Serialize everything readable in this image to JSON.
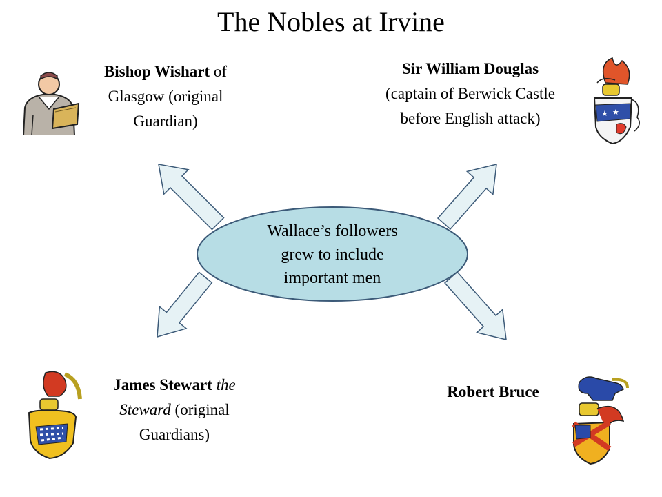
{
  "title": "The Nobles at Irvine",
  "center": {
    "lines": [
      "Wallace’s followers",
      "grew to include",
      "important men"
    ]
  },
  "nobles": {
    "wishart": {
      "name": "Bishop Wishart",
      "rest1": " of",
      "line2": "Glasgow (original",
      "line3": "Guardian)"
    },
    "douglas": {
      "name": "Sir William Douglas",
      "line2": "(captain of Berwick Castle",
      "line3": "before English attack)"
    },
    "stewart": {
      "name": "James Stewart",
      "italic1": " the",
      "italic2": "Steward",
      "rest2": " (original",
      "line3": "Guardians)"
    },
    "bruce": {
      "name": "Robert Bruce"
    }
  },
  "colors": {
    "ellipse_fill": "#b7dde5",
    "arrow_fill": "#e6f2f5",
    "arrow_stroke": "#3c5a78"
  }
}
